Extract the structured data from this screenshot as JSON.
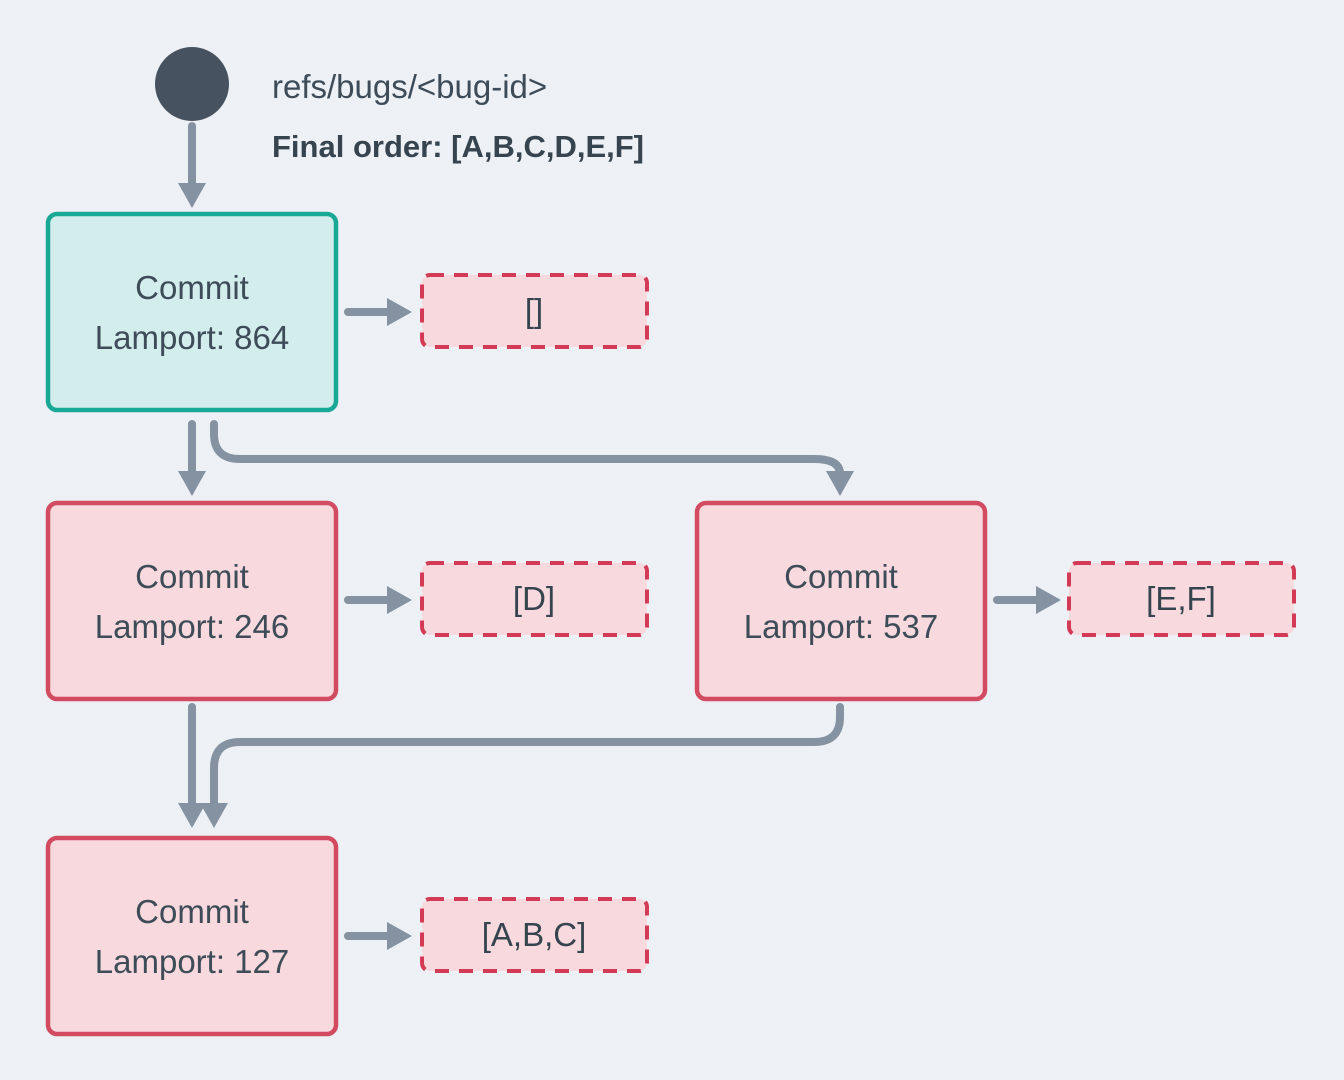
{
  "header": {
    "ref_label": "refs/bugs/<bug-id>",
    "final_order": "Final order: [A,B,C,D,E,F]"
  },
  "commits": [
    {
      "title": "Commit",
      "lamport_label": "Lamport: 864",
      "operations": "[]",
      "is_head": true
    },
    {
      "title": "Commit",
      "lamport_label": "Lamport: 246",
      "operations": "[D]",
      "is_head": false
    },
    {
      "title": "Commit",
      "lamport_label": "Lamport: 537",
      "operations": "[E,F]",
      "is_head": false
    },
    {
      "title": "Commit",
      "lamport_label": "Lamport: 127",
      "operations": "[A,B,C]",
      "is_head": false
    }
  ],
  "edges": [
    "ref -> commit-864",
    "commit-864 -> commit-246",
    "commit-864 -> commit-537",
    "commit-246 -> commit-127",
    "commit-537 -> commit-127",
    "commit-864 -> ops []",
    "commit-246 -> ops [D]",
    "commit-537 -> ops [E,F]",
    "commit-127 -> ops [A,B,C]"
  ],
  "colors": {
    "background": "#edf1f5",
    "ref_circle": "#46525f",
    "text": "#3d4c58",
    "arrow": "#8592a1",
    "head_commit_border": "#1aa896",
    "head_commit_fill": "#d2edeb",
    "commit_border": "#d34b60",
    "ops_dashed_border": "#d23a55",
    "pink_fill": "#f8d9dd"
  }
}
